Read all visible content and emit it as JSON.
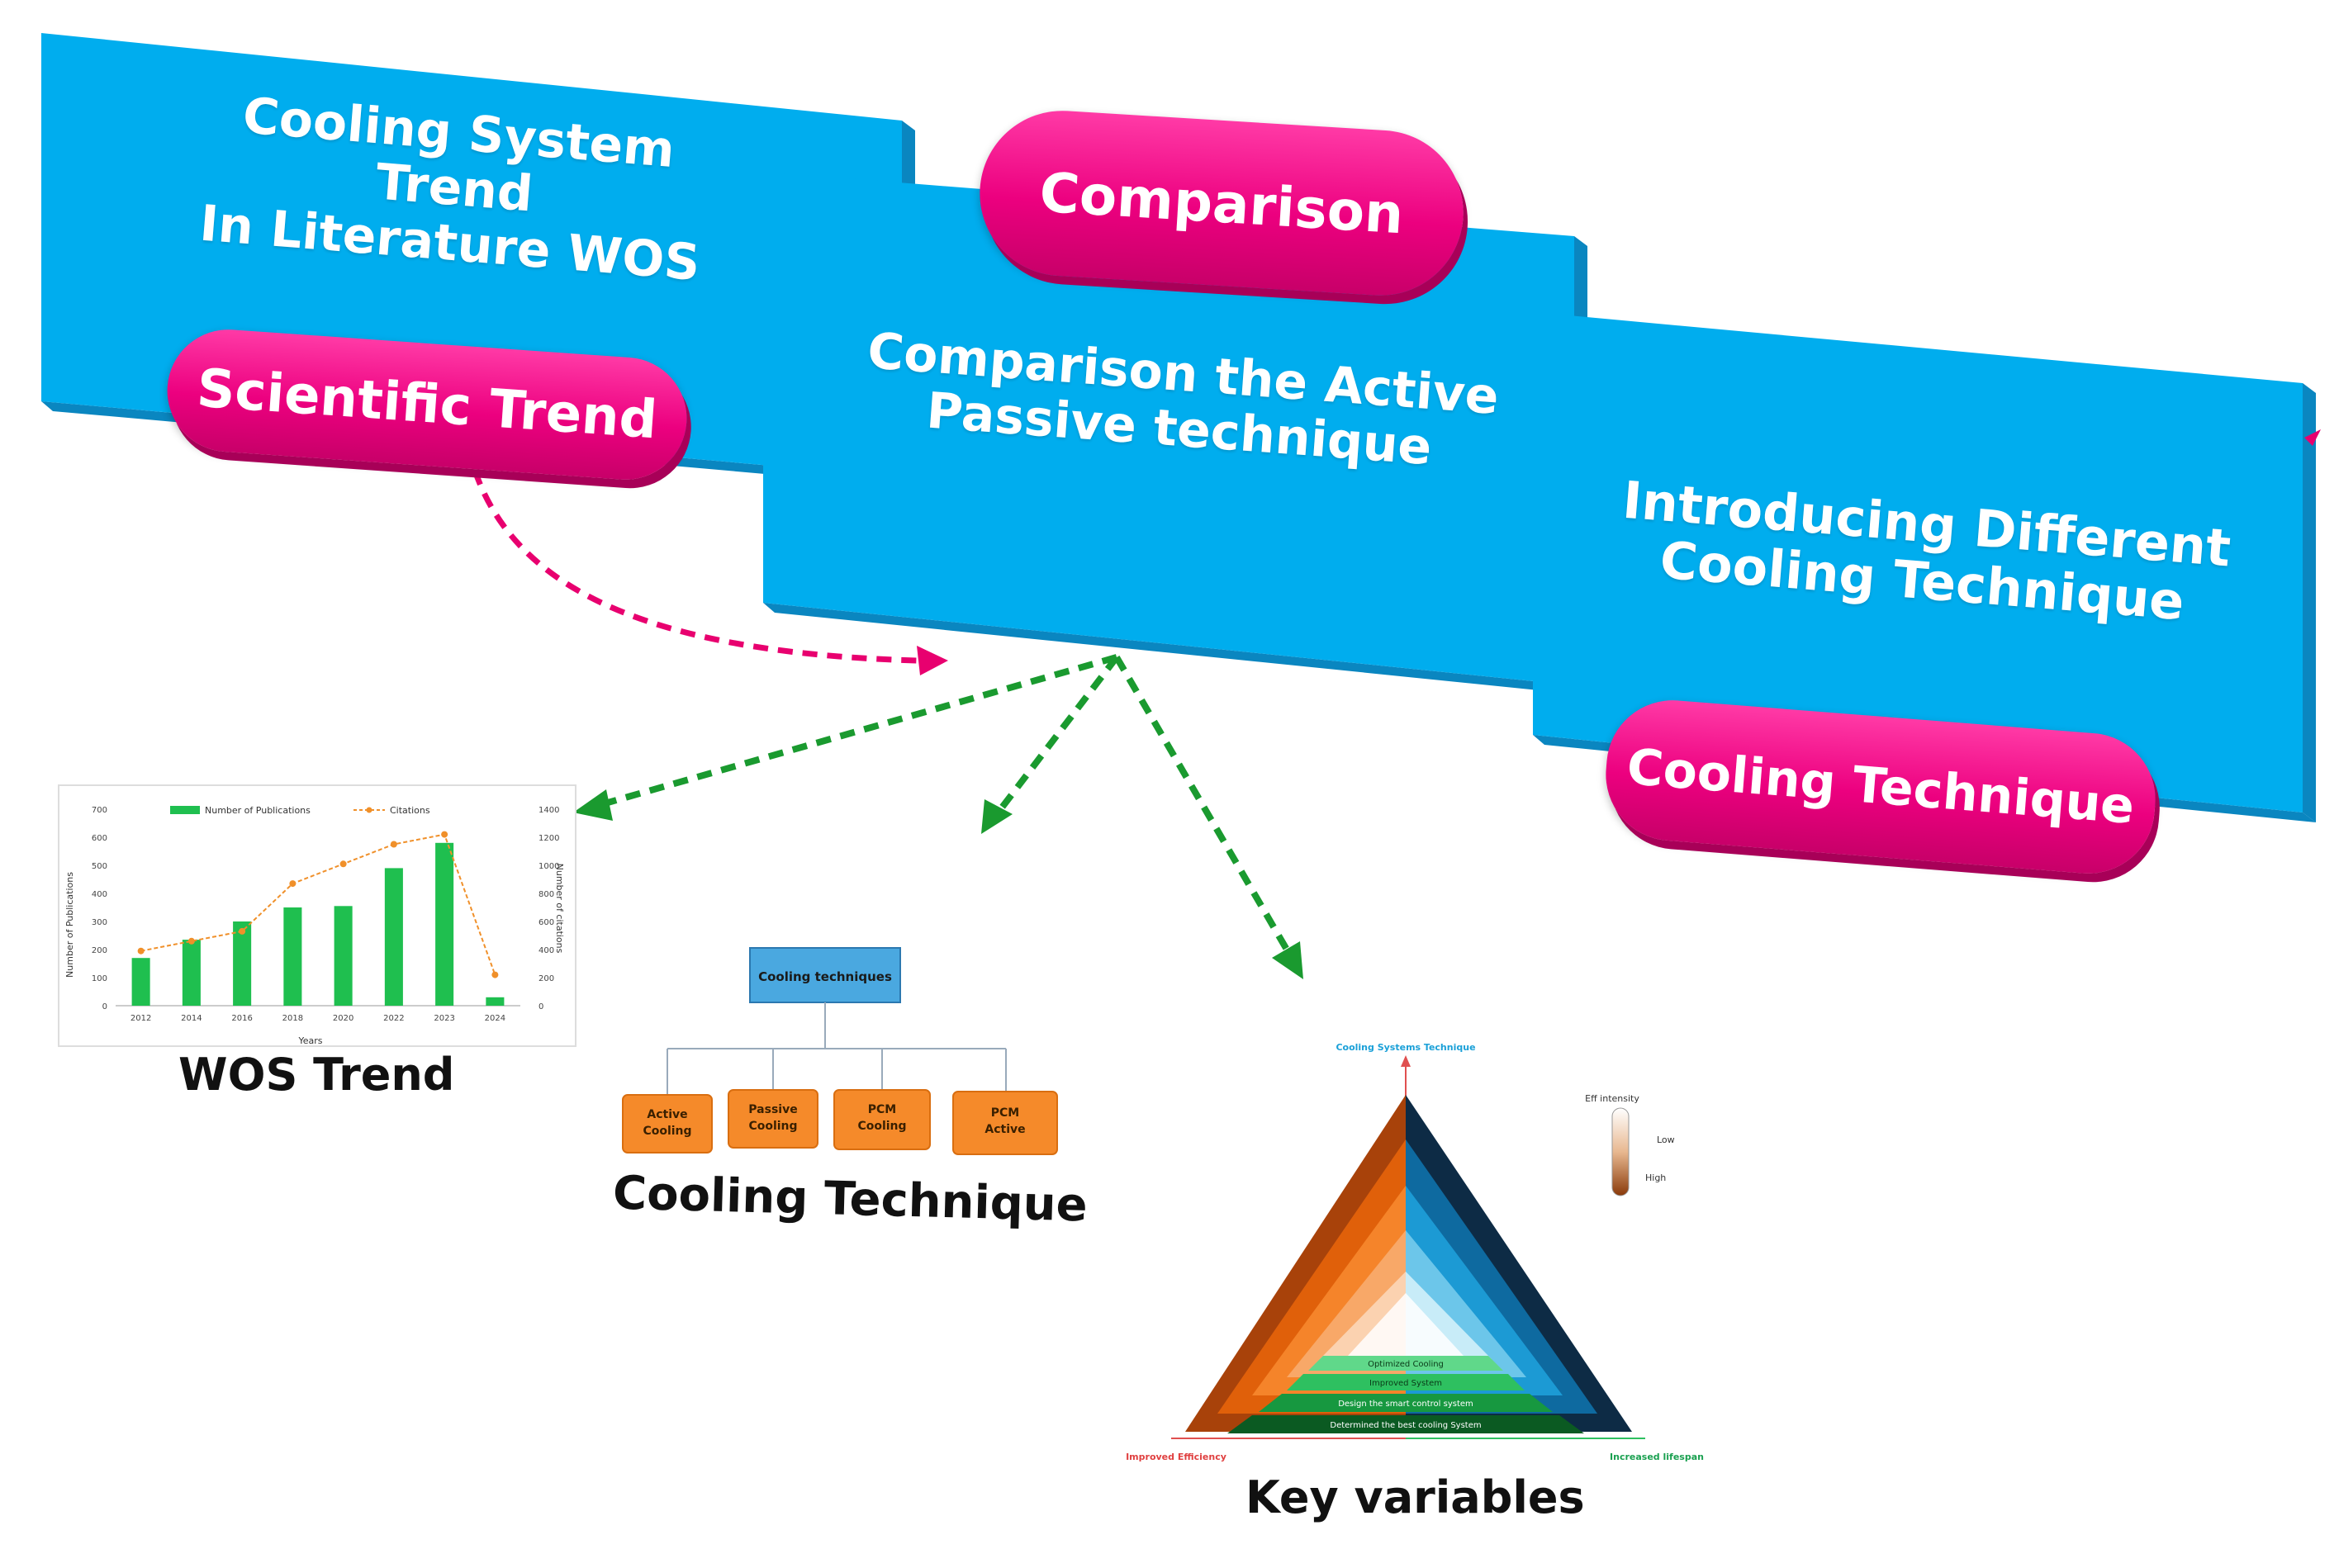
{
  "panels": {
    "left": {
      "line1": "Cooling System",
      "line2": "Trend",
      "line3": "In Literature WOS"
    },
    "middle": {
      "line1": "Comparison the Active",
      "line2": "Passive technique"
    },
    "right": {
      "line1": "Introducing Different",
      "line2": "Cooling Technique"
    }
  },
  "pills": {
    "scientific_trend": "Scientific Trend",
    "comparison": "Comparison",
    "cooling_technique": "Cooling Technique"
  },
  "captions": {
    "wos_trend": "WOS Trend",
    "cooling_technique": "Cooling Technique",
    "key_variables": "Key variables"
  },
  "chart_data": {
    "type": "bar",
    "categories": [
      "2012",
      "2014",
      "2016",
      "2018",
      "2020",
      "2022",
      "2023",
      "2024"
    ],
    "series": [
      {
        "name": "Number of Publications",
        "values": [
          170,
          235,
          300,
          350,
          355,
          490,
          580,
          30
        ]
      },
      {
        "name": "Citations",
        "values": [
          390,
          460,
          530,
          870,
          1010,
          1150,
          1220,
          220
        ]
      }
    ],
    "xlabel": "Years",
    "ylabel": "Number of Publications",
    "y2label": "Number of citations",
    "ylim": [
      0,
      700
    ],
    "y2lim": [
      0,
      1400
    ],
    "yticks": [
      "0",
      "100",
      "200",
      "300",
      "400",
      "500",
      "600",
      "700"
    ],
    "y2ticks": [
      "0",
      "200",
      "400",
      "600",
      "800",
      "1000",
      "1200",
      "1400"
    ],
    "colors": {
      "bars": "#1fbf4f",
      "line": "#f0902a"
    }
  },
  "tree": {
    "root": "Cooling techniques",
    "children": [
      {
        "l1": "Active",
        "l2": "Cooling"
      },
      {
        "l1": "Passive",
        "l2": "Cooling"
      },
      {
        "l1": "PCM",
        "l2": "Cooling"
      },
      {
        "l1": "PCM",
        "l2": "Active"
      }
    ]
  },
  "triangle": {
    "top_label": "Cooling Systems Technique",
    "bottom_left_label": "Improved Efficiency",
    "bottom_right_label": "Increased lifespan",
    "legend_title": "Eff intensity",
    "legend_low": "Low",
    "legend_high": "High",
    "band_labels": [
      "Determined the best cooling System",
      "Design the smart control system",
      "Improved System",
      "Optimized Cooling"
    ]
  },
  "colors": {
    "panel_face": "#00adee",
    "panel_edge": "#0a86c0",
    "pill": "#ec007f",
    "arrow_pink": "#e8006f",
    "arrow_green": "#1a9a2f",
    "tree_box": "#f58a2a",
    "tree_root": "#4aa8e0"
  }
}
